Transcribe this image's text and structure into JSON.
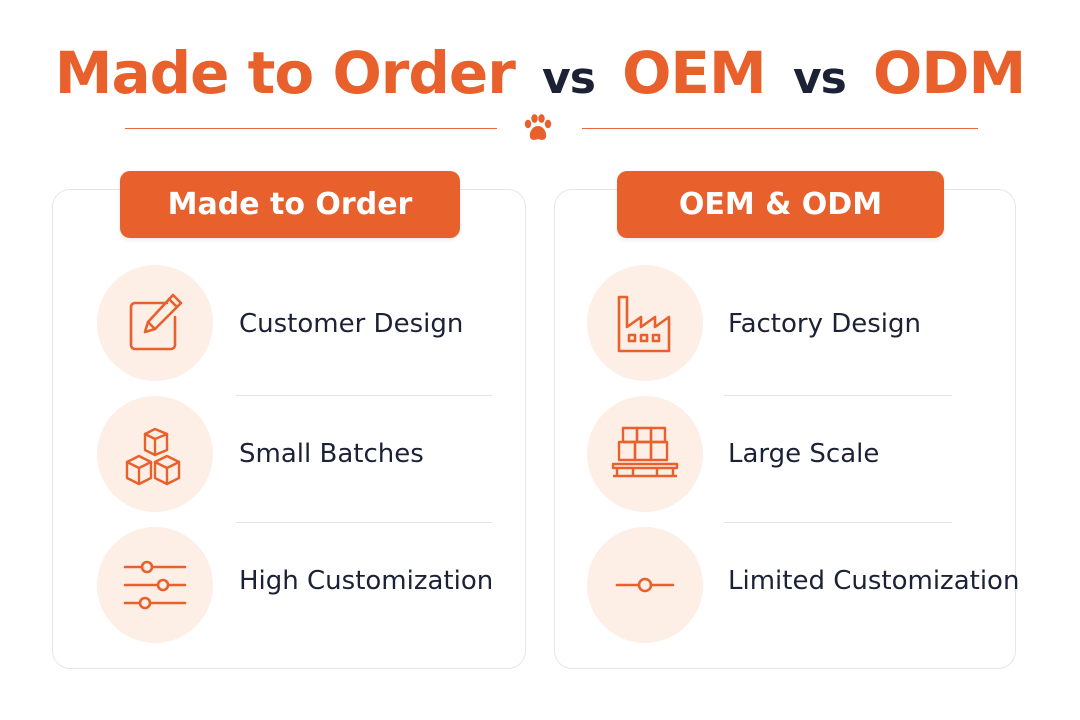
{
  "title": {
    "part1": "Made to Order",
    "vs1": "vs",
    "part2": "OEM",
    "vs2": "vs",
    "part3": "ODM"
  },
  "left_panel": {
    "heading": "Made to Order",
    "items": [
      {
        "label": "Customer Design",
        "icon": "pencil-square-icon"
      },
      {
        "label": "Small Batches",
        "icon": "stacked-boxes-icon"
      },
      {
        "label": "High Customization",
        "icon": "sliders-icon"
      }
    ]
  },
  "right_panel": {
    "heading": "OEM & ODM",
    "items": [
      {
        "label": "Factory Design",
        "icon": "factory-icon"
      },
      {
        "label": "Large Scale",
        "icon": "pallet-boxes-icon"
      },
      {
        "label": "Limited Customization",
        "icon": "single-slider-icon"
      }
    ]
  },
  "colors": {
    "accent": "#E8612C",
    "text_dark": "#1C2236",
    "icon_bg": "#FDEEE6"
  }
}
